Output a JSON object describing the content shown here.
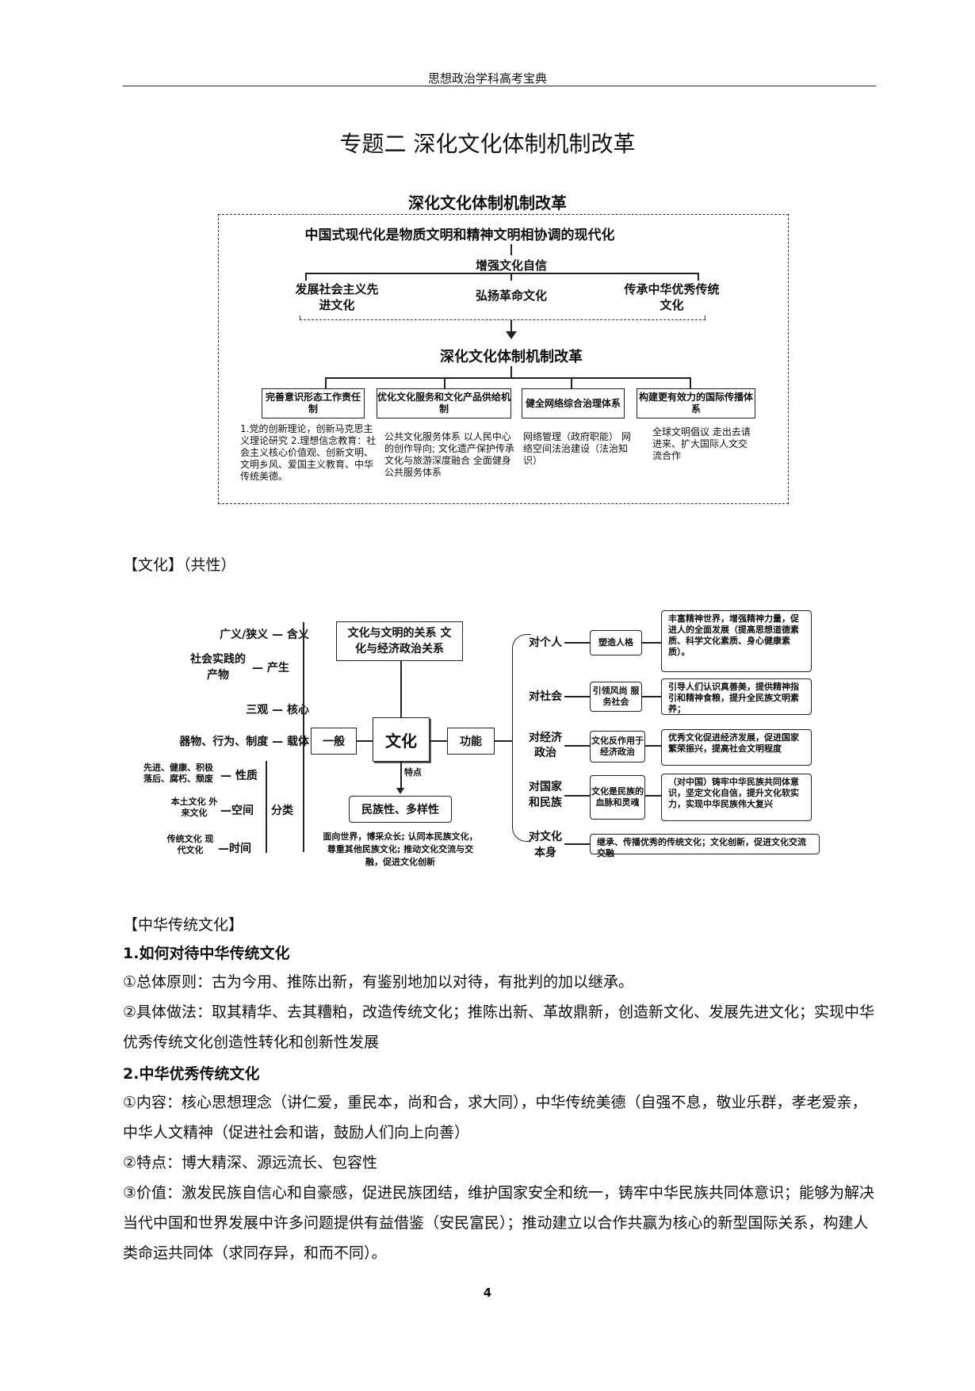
{
  "header": "思想政治学科高考宝典",
  "page_title": "专题二 深化文化体制机制改革",
  "diagram1": {
    "title": "深化文化体制机制改革",
    "top": "中国式现代化是物质文明和精神文明相协调的现代化",
    "confidence": "增强文化自信",
    "branches": [
      "发展社会主义先进文化",
      "弘扬革命文化",
      "传承中华优秀传统文化"
    ],
    "center": "深化文化体制机制改革",
    "boxes": [
      "完善意识形态工作责任制",
      "优化文化服务和文化产品供给机制",
      "健全网络综合治理体系",
      "构建更有效力的国际传播体系"
    ],
    "details": [
      "1.党的创新理论，创新马克思主义理论研究 2.理想信念教育：社会主义核心价值观、创新文明、文明乡风、爱国主义教育、中华传统美德。",
      "公共文化服务体系 以人民中心的创作导向; 文化遗产保护传承 文化与旅游深度融合 全面健身公共服务体系",
      "网络管理（政府职能） 网络空间法治建设（法治知识）",
      "全球文明倡议 走出去请进来、扩大国际人文交流合作"
    ]
  },
  "culture_section": "【文化】（共性）",
  "diagram2": {
    "left_items": [
      {
        "a": "广义/狭义",
        "b": "含义"
      },
      {
        "a": "社会实践的产物",
        "b": "产生"
      },
      {
        "a": "三观",
        "b": "核心"
      },
      {
        "a": "器物、行为、制度",
        "b": "载体"
      }
    ],
    "classify": [
      {
        "a": "先进、健康、积极 落后、腐朽、颓废",
        "b": "性质"
      },
      {
        "a": "本土文化 外来文化",
        "b": "空间"
      },
      {
        "a": "传统文化 现代文化",
        "b": "时间"
      }
    ],
    "classify_label": "分类",
    "general": "一般",
    "core": "文化",
    "relation": "文化与文明的关系 文化与经济政治关系",
    "feature_label": "特点",
    "feature": "民族性、多样性",
    "feature_note": "面向世界，博采众长; 认同本民族文化，尊重其他民族文化; 推动文化交流与交融，促进文化创新",
    "function": "功能",
    "functions": [
      {
        "target": "对个人",
        "mid": "塑造人格",
        "desc": "丰富精神世界，增强精神力量，促进人的全面发展（提高思想道德素质、科学文化素质、身心健康素质）。"
      },
      {
        "target": "对社会",
        "mid": "引领风尚 服务社会",
        "desc": "引导人们认识真善美，提供精神指引和精神食粮，提升全民族文明素养；"
      },
      {
        "target": "对经济政治",
        "mid": "文化反作用于经济政治",
        "desc": "优秀文化促进经济发展，促进国家繁荣振兴，提高社会文明程度"
      },
      {
        "target": "对国家和民族",
        "mid": "文化是民族的血脉和灵魂",
        "desc": "（对中国）铸牢中华民族共同体意识，坚定文化自信，提升文化软实力，实现中华民族伟大复兴"
      },
      {
        "target": "对文化本身",
        "mid": "",
        "desc": "继承、传播优秀的传统文化；文化创新，促进文化交流交融"
      }
    ]
  },
  "trad_section": "【中华传统文化】",
  "q1_title": "1.如何对待中华传统文化",
  "q1_p1": "①总体原则：古为今用、推陈出新，有鉴别地加以对待，有批判的加以继承。",
  "q1_p2": "②具体做法：取其精华、去其糟粕，改造传统文化；推陈出新、革故鼎新，创造新文化、发展先进文化；实现中华优秀传统文化创造性转化和创新性发展",
  "q2_title": "2.中华优秀传统文化",
  "q2_p1": "①内容：核心思想理念（讲仁爱，重民本，尚和合，求大同），中华传统美德（自强不息，敬业乐群，孝老爱亲，中华人文精神（促进社会和谐，鼓励人们向上向善）",
  "q2_p2": "②特点：博大精深、源远流长、包容性",
  "q2_p3": "③价值：激发民族自信心和自豪感，促进民族团结，维护国家安全和统一，铸牢中华民族共同体意识；能够为解决当代中国和世界发展中许多问题提供有益借鉴（安民富民）；推动建立以合作共赢为核心的新型国际关系，构建人类命运共同体（求同存异，和而不同）。",
  "page_number": "4"
}
